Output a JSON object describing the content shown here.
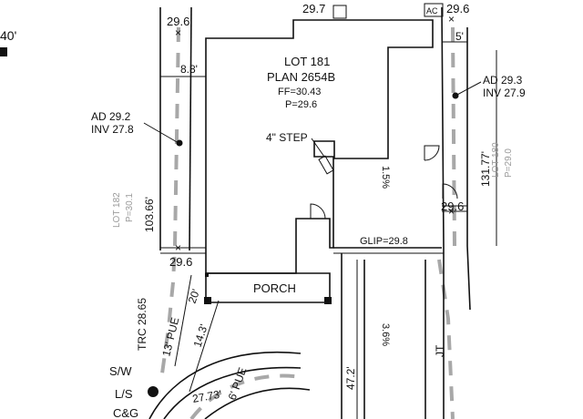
{
  "lot": {
    "title": "LOT 181",
    "plan": "PLAN 2654B",
    "ff": "FF=30.43",
    "p": "P=29.6"
  },
  "labels": {
    "top_left_partial": "40'",
    "elev_top_left": "29.6",
    "elev_top_mid": "29.7",
    "elev_top_right": "29.6",
    "ac_box": "AC",
    "setback_right": "5'",
    "setback_left": "8.8'",
    "ad_left": "AD  29.2",
    "inv_left": "INV  27.8",
    "ad_right": "AD  29.3",
    "inv_right": "INV  27.9",
    "step": "4\"  STEP",
    "slope_1": "1.5%",
    "slope_2": "3.6%",
    "lot182": "LOT 182",
    "lot182_p": "P=30.1",
    "lot180": "LOT 180",
    "lot180_p": "P=29.0",
    "dim_left": "103.66'",
    "dim_right": "131.77'",
    "elev_right_mid": "29.6",
    "glip": "GLIP=29.8",
    "elev_left_mid": "29.6",
    "porch": "PORCH",
    "dim_20": "20'",
    "dim_14": "14.3'",
    "dim_47": "47.2'",
    "trc": "TRC  28.65",
    "pue_13": "13' PUE",
    "sw": "S/W",
    "ls": "L/S",
    "cg": "C&G",
    "dim_27": "27.73'",
    "pue_6": "6' PUE",
    "jt": "JT"
  }
}
